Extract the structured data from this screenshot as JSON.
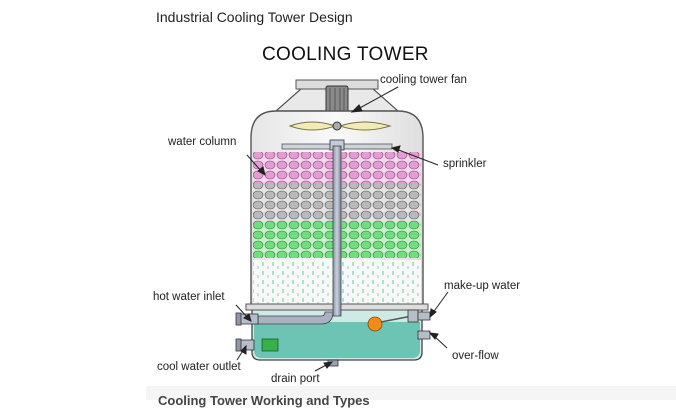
{
  "header": {
    "text": "Industrial Cooling Tower Design"
  },
  "diagram": {
    "title": "COOLING TOWER",
    "labels": {
      "fan": "cooling tower fan",
      "water_column": "water column",
      "sprinkler": "sprinkler",
      "hot_water_inlet": "hot water inlet",
      "makeup_water": "make-up water",
      "overflow": "over-flow",
      "cool_water_outlet": "cool water outlet",
      "drain_port": "drain port"
    },
    "fill_colors": {
      "top": "#e8a8d8",
      "middle": "#c8c8c8",
      "bottom": "#7ee68a"
    },
    "basin_color": "#6ec4b4"
  },
  "footer": {
    "caption_partial": "Cooling Tower Working and Types"
  }
}
